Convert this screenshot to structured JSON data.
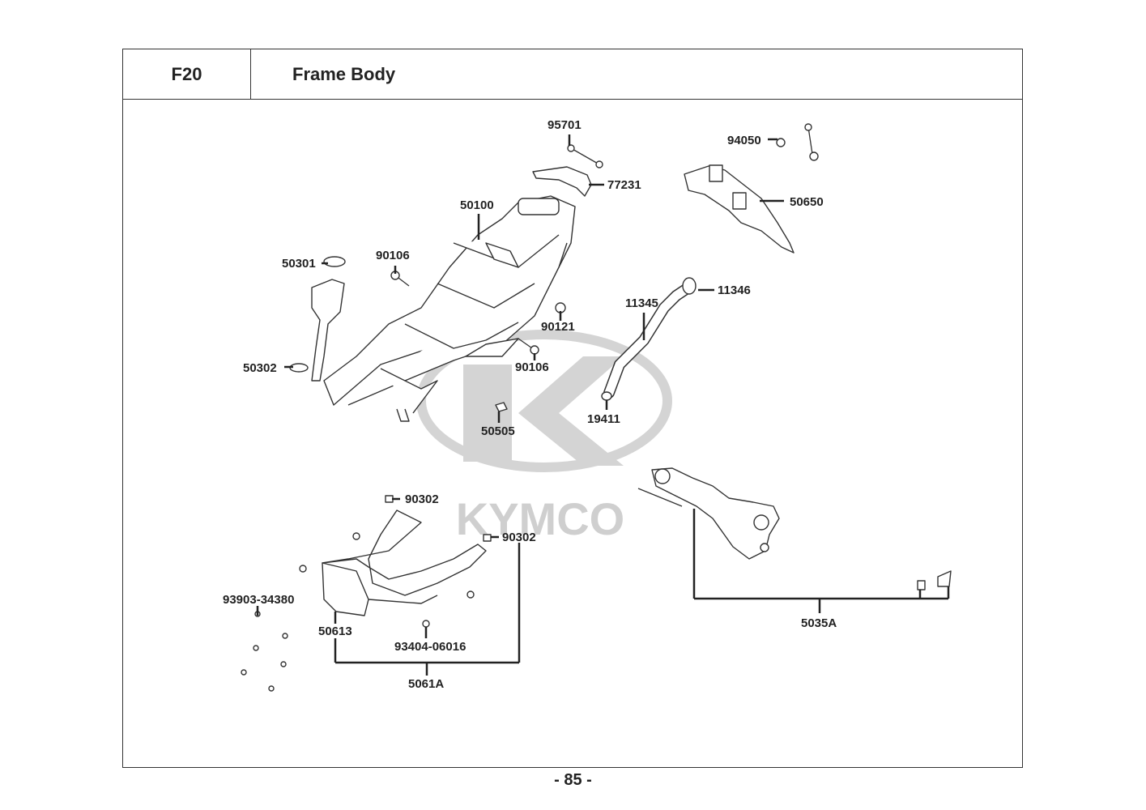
{
  "section": {
    "code": "F20",
    "title": "Frame Body"
  },
  "watermark": {
    "text": "KYMCO",
    "color": "#cfcfcf"
  },
  "page_number": "- 85 -",
  "part_labels": {
    "p95701": "95701",
    "p77231": "77231",
    "p94050": "94050",
    "p50650": "50650",
    "p50100": "50100",
    "p50301": "50301",
    "p90106a": "90106",
    "p11346": "11346",
    "p11345": "11345",
    "p90121": "90121",
    "p50302": "50302",
    "p90106b": "90106",
    "p19411": "19411",
    "p50505": "50505",
    "p90302a": "90302",
    "p90302b": "90302",
    "p93903": "93903-34380",
    "p50613": "50613",
    "p93404": "93404-06016",
    "p5061A": "5061A",
    "p5035A": "5035A"
  }
}
